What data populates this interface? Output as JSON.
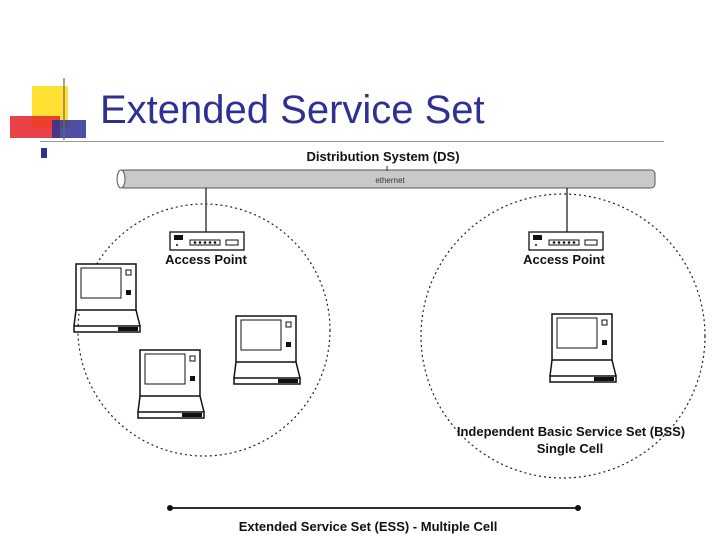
{
  "slide": {
    "title": "Extended Service Set"
  },
  "diagram": {
    "ds_label": "Distribution System (DS)",
    "backbone_label": "ethernet",
    "access_point_left_label": "Access Point",
    "access_point_right_label": "Access Point",
    "bss_label_line1": "Independent Basic Service Set (BSS)",
    "bss_label_line2": "Single Cell",
    "ess_label": "Extended Service Set (ESS) - Multiple Cell"
  },
  "colors": {
    "title": "#2e3192",
    "logo_yellow": "#ffe033",
    "logo_red": "#e8212a",
    "logo_blue": "#2e3192",
    "backbone_fill": "#c9c9c9"
  },
  "icons": {
    "access_point": "access-point-icon",
    "laptop": "laptop-icon"
  }
}
